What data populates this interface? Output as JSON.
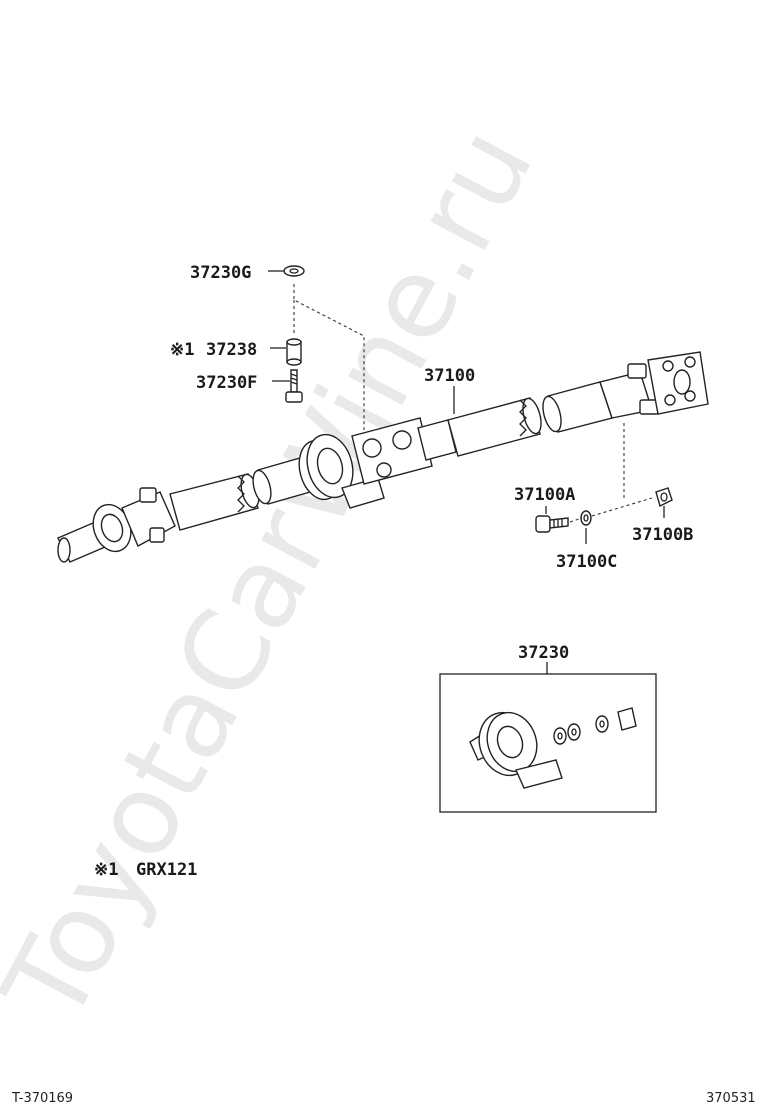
{
  "watermark": "ToyotaCarWine.ru",
  "labels": {
    "p37230G": "37230G",
    "note_mark_a": "※1",
    "p37238": "37238",
    "p37230F": "37230F",
    "p37100": "37100",
    "p37100A": "37100A",
    "p37100B": "37100B",
    "p37100C": "37100C",
    "p37230": "37230"
  },
  "footnote": {
    "mark": "※1",
    "text": "GRX121"
  },
  "footer": {
    "left_code": "T-370169",
    "right_code": "370531"
  },
  "colors": {
    "line": "#222222",
    "watermark": "#cfcfcf",
    "background": "#ffffff"
  }
}
